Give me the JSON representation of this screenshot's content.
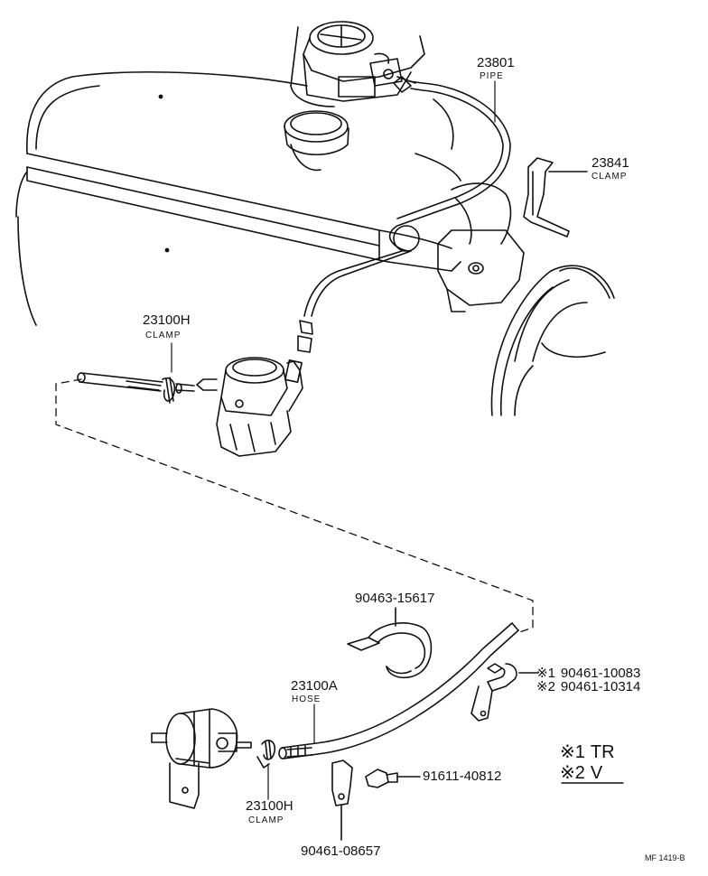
{
  "parts": {
    "pipe_23801": {
      "number": "23801",
      "name": "PIPE"
    },
    "clamp_23841": {
      "number": "23841",
      "name": "CLAMP"
    },
    "clamp_23100h_top": {
      "number": "23100H",
      "name": "CLAMP"
    },
    "clamp_90463": {
      "number": "90463-15617"
    },
    "clip_note1": {
      "mark": "※1",
      "number": "90461-10083"
    },
    "clip_note2": {
      "mark": "※2",
      "number": "90461-10314"
    },
    "hose_23100a": {
      "number": "23100A",
      "name": "HOSE"
    },
    "bolt_91611": {
      "number": "91611-40812"
    },
    "clamp_23100h_bottom": {
      "number": "23100H",
      "name": "CLAMP"
    },
    "bracket_90461": {
      "number": "90461-08657"
    }
  },
  "legend": {
    "row1": {
      "mark": "※1",
      "text": "TR"
    },
    "row2": {
      "mark": "※2",
      "text": "V"
    }
  },
  "figure_code": "MF  1419-B"
}
